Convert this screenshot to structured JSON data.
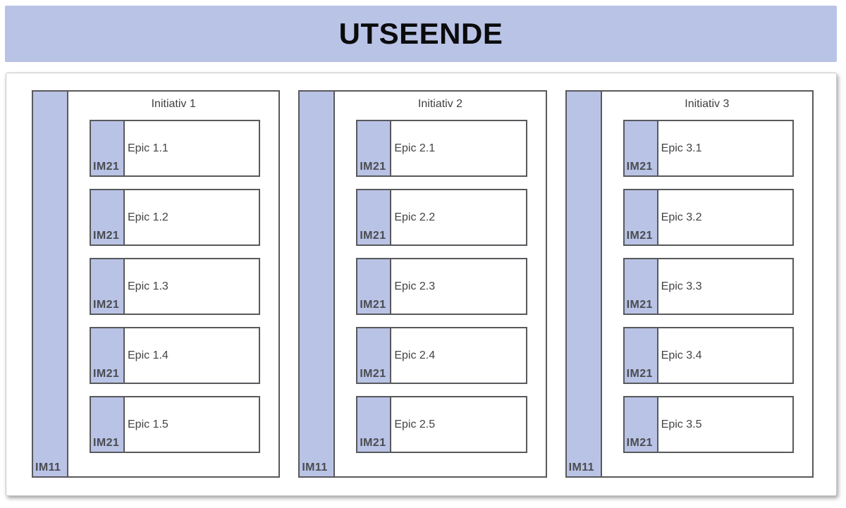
{
  "banner": {
    "title": "UTSEENDE"
  },
  "colors": {
    "banner_bg": "#b9c3e6",
    "tab_bg": "#b9c3e6",
    "card_border": "#58595c",
    "panel_border": "#c6c7c9",
    "label_text": "#4a4c50",
    "body_text": "#424345"
  },
  "initiatives": [
    {
      "title": "Initiativ 1",
      "bar_label": "IM11",
      "epics": [
        {
          "name": "Epic 1.1",
          "tag": "IM21"
        },
        {
          "name": "Epic 1.2",
          "tag": "IM21"
        },
        {
          "name": "Epic 1.3",
          "tag": "IM21"
        },
        {
          "name": "Epic 1.4",
          "tag": "IM21"
        },
        {
          "name": "Epic 1.5",
          "tag": "IM21"
        }
      ]
    },
    {
      "title": "Initiativ 2",
      "bar_label": "IM11",
      "epics": [
        {
          "name": "Epic 2.1",
          "tag": "IM21"
        },
        {
          "name": "Epic 2.2",
          "tag": "IM21"
        },
        {
          "name": "Epic 2.3",
          "tag": "IM21"
        },
        {
          "name": "Epic 2.4",
          "tag": "IM21"
        },
        {
          "name": "Epic 2.5",
          "tag": "IM21"
        }
      ]
    },
    {
      "title": "Initiativ 3",
      "bar_label": "IM11",
      "epics": [
        {
          "name": "Epic 3.1",
          "tag": "IM21"
        },
        {
          "name": "Epic 3.2",
          "tag": "IM21"
        },
        {
          "name": "Epic 3.3",
          "tag": "IM21"
        },
        {
          "name": "Epic 3.4",
          "tag": "IM21"
        },
        {
          "name": "Epic 3.5",
          "tag": "IM21"
        }
      ]
    }
  ]
}
